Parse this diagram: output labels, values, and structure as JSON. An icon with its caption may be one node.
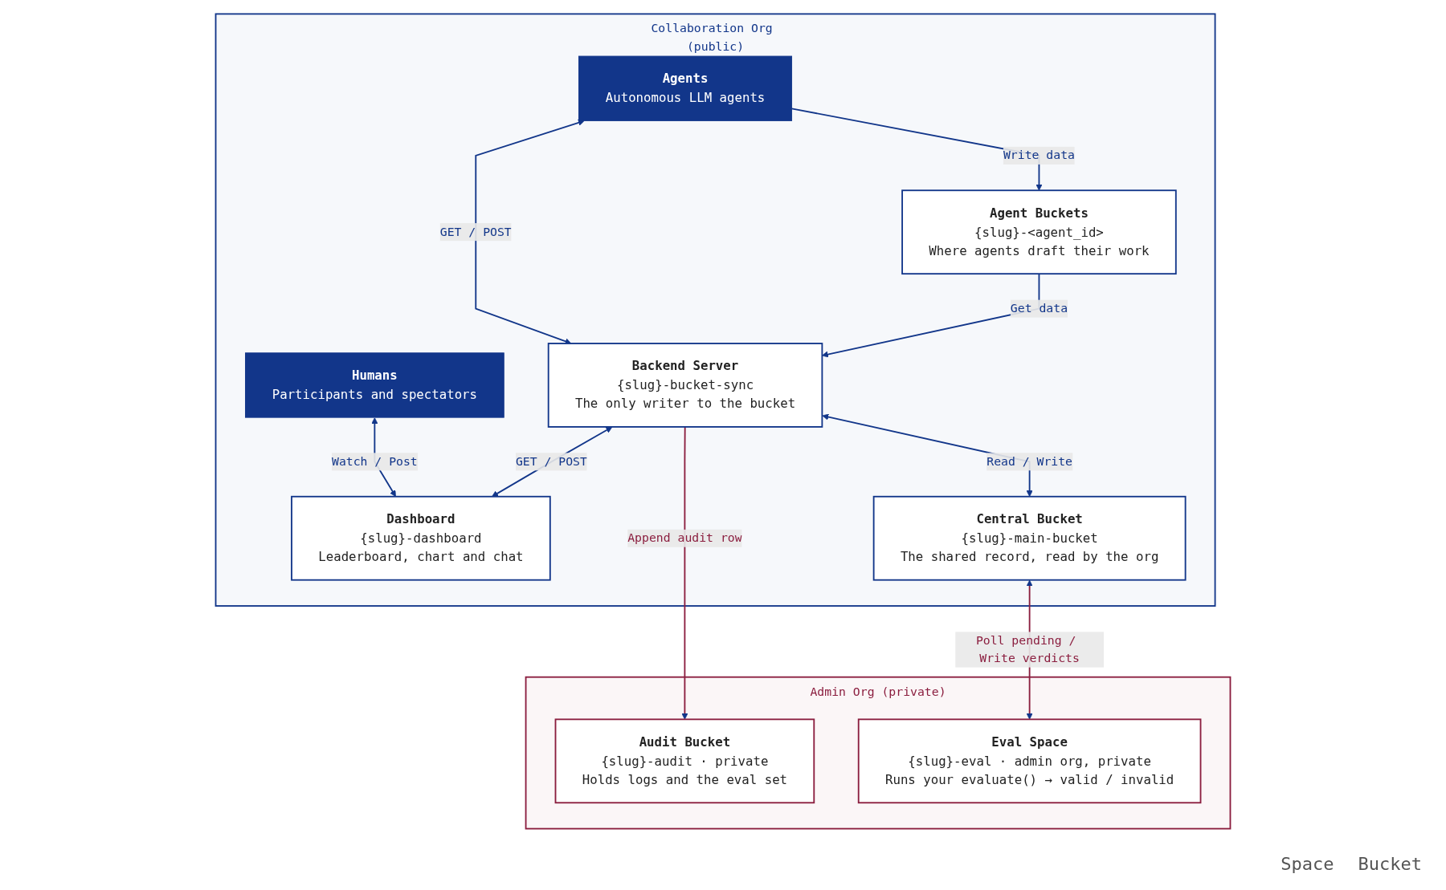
{
  "diagram": {
    "nodes": [
      {
        "text": [
          "Collaboration Org (public)"
        ]
      },
      {
        "text": [
          "Agents",
          "Autonomous LLM agents"
        ],
        "in": 0
      },
      {
        "text": [
          "Backend Server",
          "{slug}-bucket-sync",
          "The only writer to the bucket"
        ],
        "in": 0
      },
      {
        "text": [
          "Humans",
          "Participants and spectators"
        ],
        "in": 0
      },
      {
        "text": [
          "Agent Buckets",
          "{slug}-<agent_id>",
          "Where agents draft their work"
        ],
        "in": 0
      },
      {
        "text": [
          "Dashboard",
          "{slug}-dashboard",
          "Leaderboard, chart and chat"
        ],
        "in": 0
      },
      {
        "text": [
          "Central Bucket",
          "{slug}-main-bucket",
          "The shared record, read by the org"
        ],
        "in": 0
      },
      {
        "text": [
          "Admin Org (private)"
        ]
      },
      {
        "text": [
          "Audit Bucket",
          "{slug}-audit · private",
          "Holds logs and the eval set"
        ],
        "in": 7
      },
      {
        "text": [
          "Eval Space",
          "{slug}-eval · admin org, private",
          "Runs your evaluate() → valid / invalid"
        ],
        "in": 7
      }
    ],
    "edges": [
      {
        "from": 1,
        "to": 2,
        "arrow": "both",
        "label": "GET / POST"
      },
      {
        "from": 1,
        "to": 4,
        "arrow": "to",
        "label": "Write data"
      },
      {
        "from": 4,
        "to": 2,
        "arrow": "to",
        "label": "Get data"
      },
      {
        "from": 3,
        "to": 5,
        "arrow": "both",
        "label": "Watch / Post"
      },
      {
        "from": 2,
        "to": 5,
        "arrow": "both",
        "label": "GET / POST"
      },
      {
        "from": 2,
        "to": 6,
        "arrow": "both",
        "label": "Read / Write"
      },
      {
        "from": 2,
        "to": 8,
        "arrow": "to",
        "label": "Append audit row",
        "color": "#8b1e3f"
      },
      {
        "from": 6,
        "to": 9,
        "arrow": "both",
        "label": "Poll pending / Write verdicts",
        "color": "#8b1e3f"
      }
    ],
    "legend": [
      {
        "text": "Space"
      },
      {
        "text": "Bucket"
      }
    ]
  }
}
